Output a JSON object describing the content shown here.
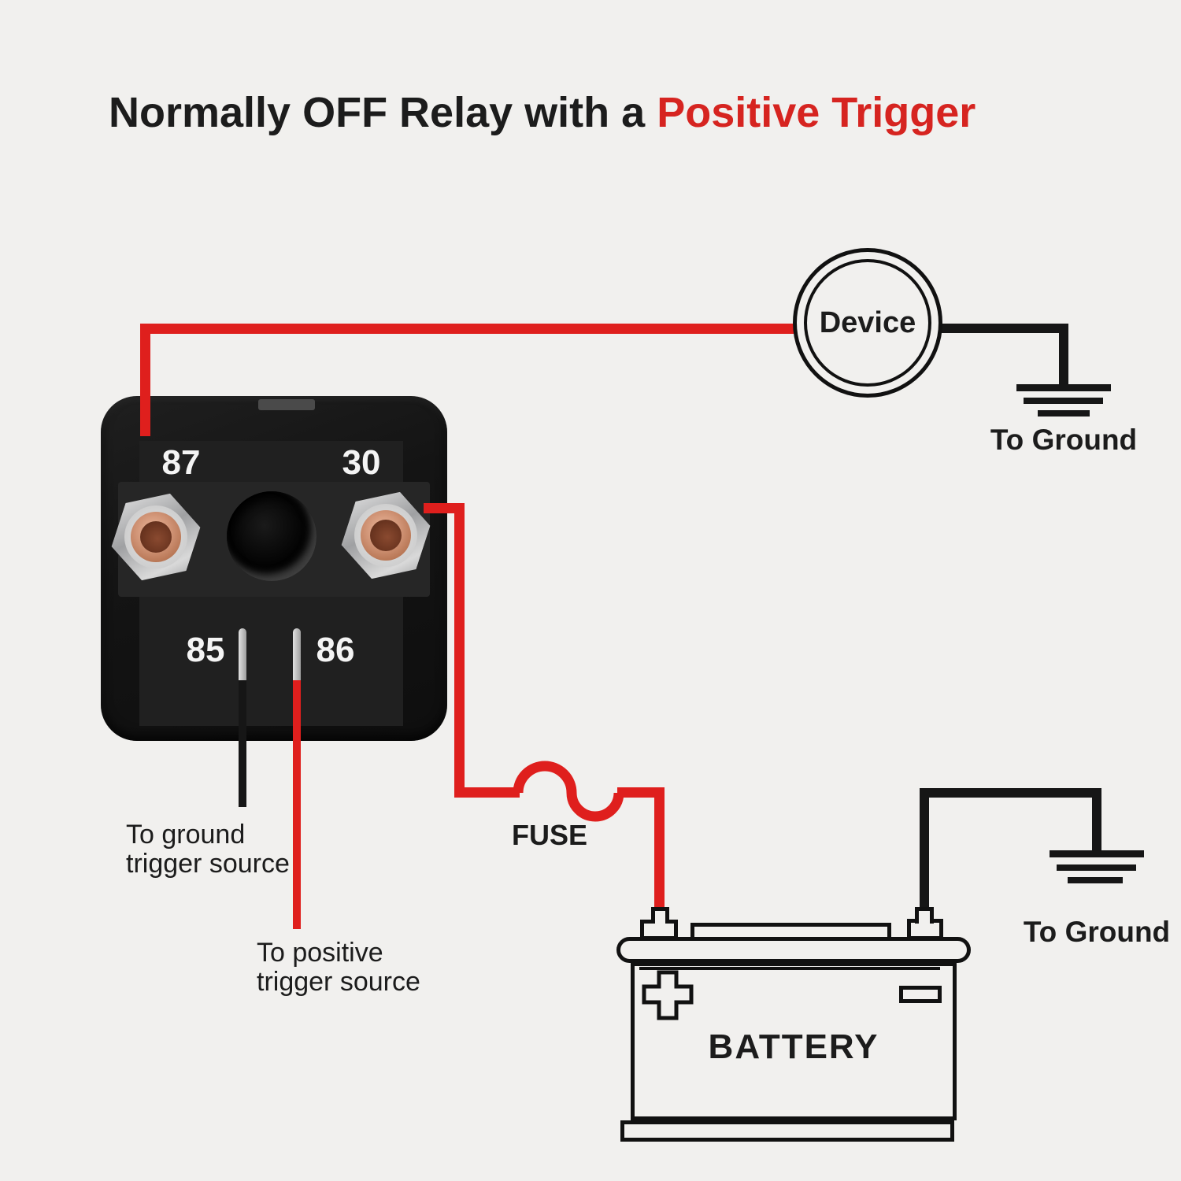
{
  "title": {
    "black_part": "Normally OFF Relay with a ",
    "red_part": "Positive Trigger"
  },
  "device": {
    "label": "Device"
  },
  "grounds": {
    "device_ground_label": "To Ground",
    "battery_ground_label": "To Ground"
  },
  "relay": {
    "terminal_87": "87",
    "terminal_30": "30",
    "terminal_85": "85",
    "terminal_86": "86"
  },
  "fuse": {
    "label": "FUSE"
  },
  "battery": {
    "label": "BATTERY"
  },
  "wire_labels": {
    "ground_trigger_line1": "To ground",
    "ground_trigger_line2": "trigger source",
    "positive_trigger_line1": "To positive",
    "positive_trigger_line2": "trigger source"
  },
  "colors": {
    "background": "#f1f0ee",
    "wire_red": "#df1f1d",
    "wire_black": "#161616",
    "title_red": "#d62420",
    "text_black": "#1c1c1c",
    "relay_body": "#161616",
    "relay_panel": "#202020",
    "relay_band": "#262626",
    "copper": "#c98b6e",
    "silver": "#c9c9c9"
  }
}
